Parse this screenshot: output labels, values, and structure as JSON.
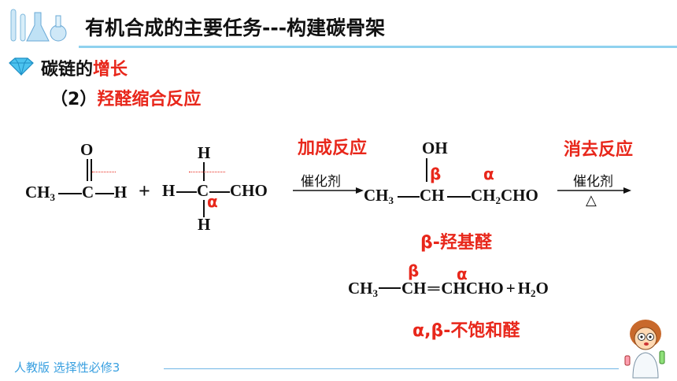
{
  "header": {
    "title": "有机合成的主要任务---构建碳骨架"
  },
  "section": {
    "heading_prefix": "碳链的",
    "heading_highlight": "增长",
    "subheading_number": "（2）",
    "subheading_text": "羟醛缩合反应"
  },
  "reaction": {
    "reactant1": {
      "ch3": "CH",
      "sub3": "3",
      "c": "C",
      "h": "H",
      "o": "O"
    },
    "plus": "+",
    "reactant2": {
      "h_top": "H",
      "h_left": "H",
      "c": "C",
      "cho": "CHO",
      "h_bottom": "H",
      "alpha": "α"
    },
    "step1": {
      "type_label": "加成反应",
      "catalyst": "催化剂"
    },
    "intermediate": {
      "oh": "OH",
      "beta": "β",
      "alpha": "α",
      "ch3": "CH",
      "sub3": "3",
      "ch": "CH",
      "ch2": "CH",
      "sub2": "2",
      "cho": "CHO",
      "name": "β-羟基醛"
    },
    "step2": {
      "type_label": "消去反应",
      "catalyst": "催化剂",
      "heat_symbol": "△"
    },
    "product": {
      "beta": "β",
      "alpha": "α",
      "ch3": "CH",
      "sub3": "3",
      "ch": "CH",
      "double_bond": "═",
      "rest": "CHCHO",
      "plus": "+",
      "h2o_h": "H",
      "h2o_sub": "2",
      "h2o_o": "O",
      "name": "α,β-不饱和醛"
    }
  },
  "footer": {
    "text": "人教版 选择性必修3"
  },
  "colors": {
    "accent_red": "#e8271b",
    "rule_blue": "#8fd2ef",
    "footer_blue": "#3aa0e0"
  }
}
